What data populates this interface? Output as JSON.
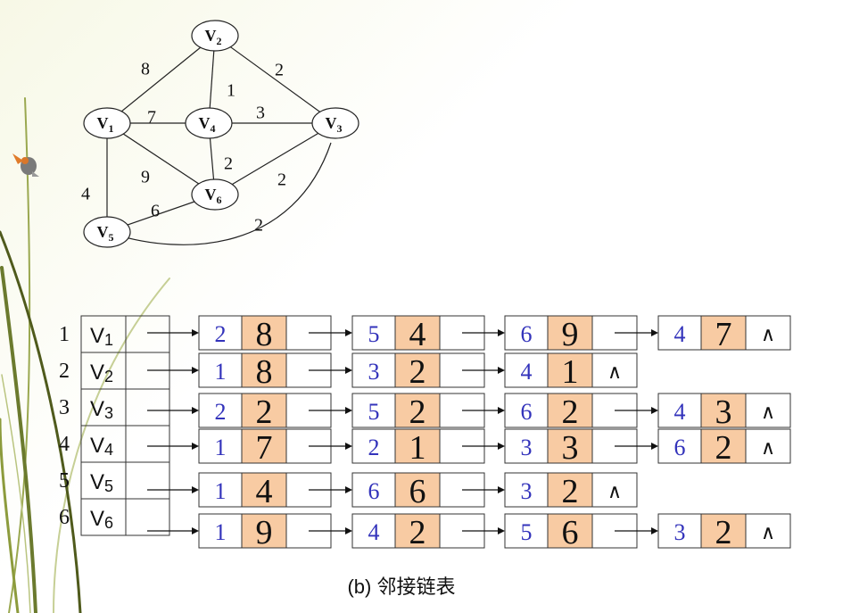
{
  "graph": {
    "vertices": [
      {
        "id": "V1",
        "name": "V",
        "sub": "1"
      },
      {
        "id": "V2",
        "name": "V",
        "sub": "2"
      },
      {
        "id": "V3",
        "name": "V",
        "sub": "3"
      },
      {
        "id": "V4",
        "name": "V",
        "sub": "4"
      },
      {
        "id": "V5",
        "name": "V",
        "sub": "5"
      },
      {
        "id": "V6",
        "name": "V",
        "sub": "6"
      }
    ],
    "edges": [
      {
        "from": "V1",
        "to": "V2",
        "weight": "8"
      },
      {
        "from": "V2",
        "to": "V4",
        "weight": "1"
      },
      {
        "from": "V2",
        "to": "V3",
        "weight": "2"
      },
      {
        "from": "V1",
        "to": "V4",
        "weight": "7"
      },
      {
        "from": "V4",
        "to": "V3",
        "weight": "3"
      },
      {
        "from": "V4",
        "to": "V6",
        "weight": "2"
      },
      {
        "from": "V6",
        "to": "V3",
        "weight": "2"
      },
      {
        "from": "V1",
        "to": "V6",
        "weight": "9"
      },
      {
        "from": "V1",
        "to": "V5",
        "weight": "4"
      },
      {
        "from": "V5",
        "to": "V6",
        "weight": "6"
      },
      {
        "from": "V5",
        "to": "V3",
        "weight": "2"
      }
    ]
  },
  "adjacency": {
    "null_symbol": "∧",
    "rows": [
      {
        "num": "1",
        "name": "V",
        "sub": "1",
        "nodes": [
          [
            "2",
            "8"
          ],
          [
            "5",
            "4"
          ],
          [
            "6",
            "9"
          ],
          [
            "4",
            "7"
          ]
        ]
      },
      {
        "num": "2",
        "name": "V",
        "sub": "2",
        "nodes": [
          [
            "1",
            "8"
          ],
          [
            "3",
            "2"
          ],
          [
            "4",
            "1"
          ]
        ]
      },
      {
        "num": "3",
        "name": "V",
        "sub": "3",
        "nodes": [
          [
            "2",
            "2"
          ],
          [
            "5",
            "2"
          ],
          [
            "6",
            "2"
          ],
          [
            "4",
            "3"
          ]
        ]
      },
      {
        "num": "4",
        "name": "V",
        "sub": "4",
        "nodes": [
          [
            "1",
            "7"
          ],
          [
            "2",
            "1"
          ],
          [
            "3",
            "3"
          ],
          [
            "6",
            "2"
          ]
        ]
      },
      {
        "num": "5",
        "name": "V",
        "sub": "5",
        "nodes": [
          [
            "1",
            "4"
          ],
          [
            "6",
            "6"
          ],
          [
            "3",
            "2"
          ]
        ]
      },
      {
        "num": "6",
        "name": "V",
        "sub": "6",
        "nodes": [
          [
            "1",
            "9"
          ],
          [
            "4",
            "2"
          ],
          [
            "5",
            "6"
          ],
          [
            "3",
            "2"
          ]
        ]
      }
    ]
  },
  "caption": "(b) 邻接链表",
  "colors": {
    "weight_fill": "#f8cba3",
    "index_text": "#3333bb",
    "node_fill": "#ffffff"
  }
}
